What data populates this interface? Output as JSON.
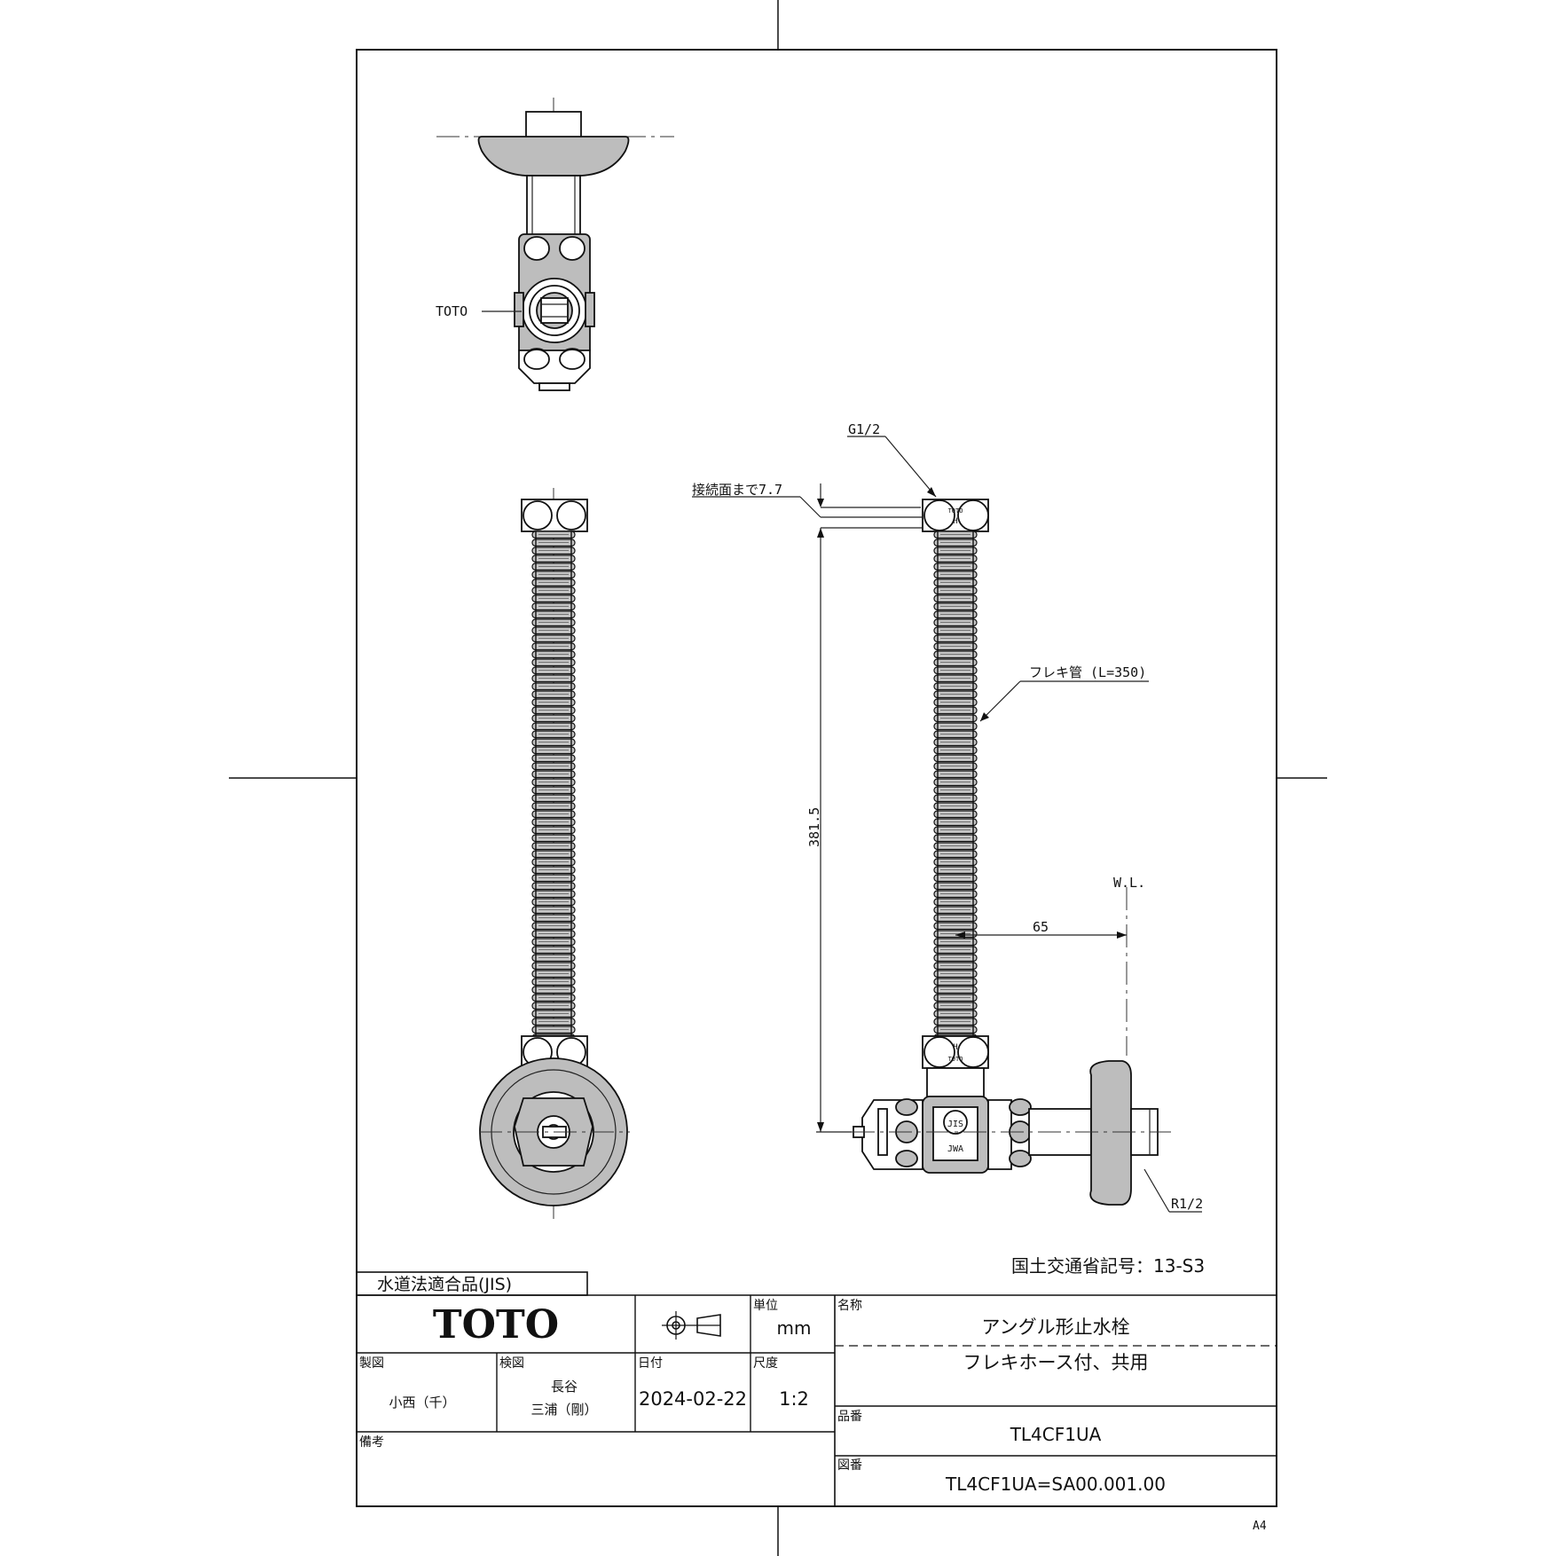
{
  "drawing": {
    "labels": {
      "toto_mark": "TOTO",
      "thread_top": "G1/2",
      "to_connection_face": "接続面まで7.7",
      "flex_pipe": "フレキ管 (L=350)",
      "dim_height": "381.5",
      "water_line": "W.L.",
      "dim_offset": "65",
      "thread_bottom": "R1/2",
      "stamp_h": "H",
      "stamp_toto": "TOTO",
      "stamp_jis": "JIS",
      "stamp_jwwa": "JWA"
    }
  },
  "title_block": {
    "mlit_code": "国土交通省記号：13-S3",
    "compliance": "水道法適合品(JIS)",
    "brand": "TOTO",
    "unit_label": "単位",
    "unit_value": "mm",
    "name_label": "名称",
    "name_line1": "アングル形止水栓",
    "name_line2": "フレキホース付、共用",
    "drawn_label": "製図",
    "drawn_value": "小西（千）",
    "checked_label": "検図",
    "checked_value1": "長谷",
    "checked_value2": "三浦（剛）",
    "date_label": "日付",
    "date_value": "2024-02-22",
    "scale_label": "尺度",
    "scale_value": "1:2",
    "part_label": "品番",
    "part_value": "TL4CF1UA",
    "remarks_label": "備考",
    "drawing_no_label": "図番",
    "drawing_no_value": "TL4CF1UA=SA00.001.00",
    "paper_size": "A4"
  }
}
